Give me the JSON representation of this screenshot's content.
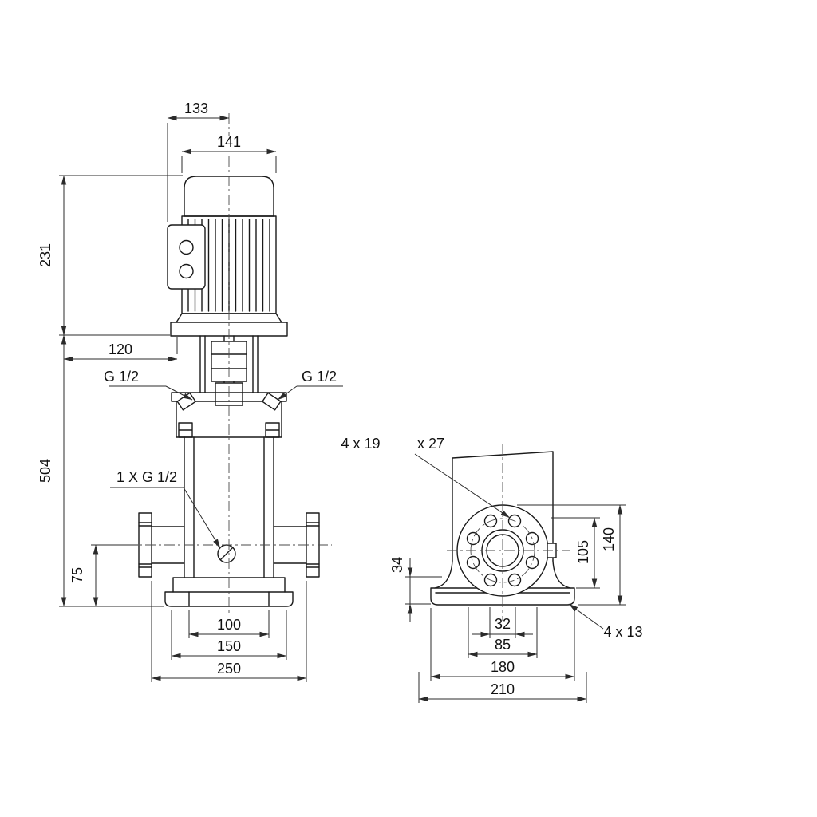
{
  "front_view": {
    "dim_133": "133",
    "dim_141": "141",
    "dim_231": "231",
    "dim_504": "504",
    "dim_120": "120",
    "dim_75": "75",
    "plug_left_label": "G 1/2",
    "plug_right_label": "G 1/2",
    "drain_label": "1 X G 1/2",
    "dim_100": "100",
    "dim_150": "150",
    "dim_250": "250"
  },
  "side_view": {
    "flange_holes_label": "4 x 19",
    "flange_counterbore_label": "x 27",
    "dim_34": "34",
    "dim_105": "105",
    "dim_140": "140",
    "dim_32": "32",
    "dim_85": "85",
    "dim_180": "180",
    "dim_210": "210",
    "base_holes_label": "4 x 13"
  },
  "colors": {
    "line": "#1a1a1a",
    "dimension": "#2b2b2b",
    "background": "#ffffff"
  }
}
